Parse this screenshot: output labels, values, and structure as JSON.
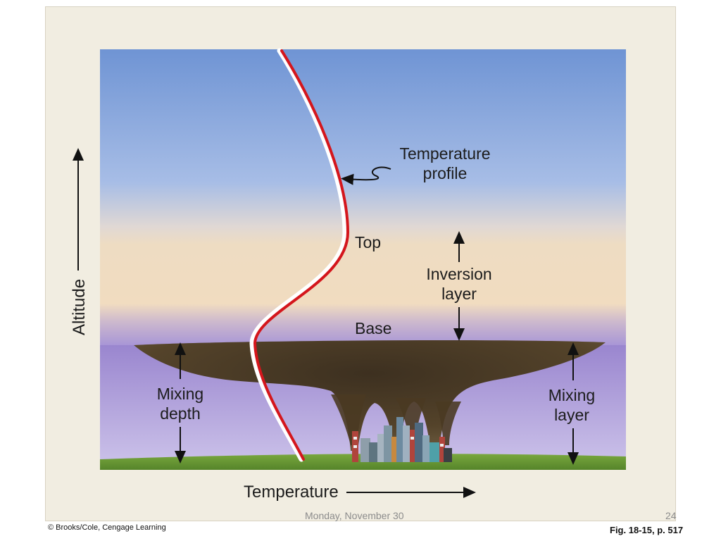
{
  "diagram": {
    "labels": {
      "temperature_profile_line1": "Temperature",
      "temperature_profile_line2": "profile",
      "top": "Top",
      "base": "Base",
      "inversion_line1": "Inversion",
      "inversion_line2": "layer",
      "mixing_depth_line1": "Mixing",
      "mixing_depth_line2": "depth",
      "mixing_layer_line1": "Mixing",
      "mixing_layer_line2": "layer",
      "x_axis": "Temperature",
      "y_axis": "Altitude"
    },
    "colors": {
      "sky_top": "#6f94d4",
      "inversion_band": "#eedcc2",
      "mixing_air": "#a896d6",
      "smog": "#4a3a22",
      "ground": "#6b9a35",
      "profile_line": "#d4161c"
    }
  },
  "footer": {
    "date": "Monday, November 30",
    "page_number": "24",
    "credit": "© Brooks/Cole, Cengage Learning",
    "figure_ref": "Fig. 18-15, p. 517"
  }
}
